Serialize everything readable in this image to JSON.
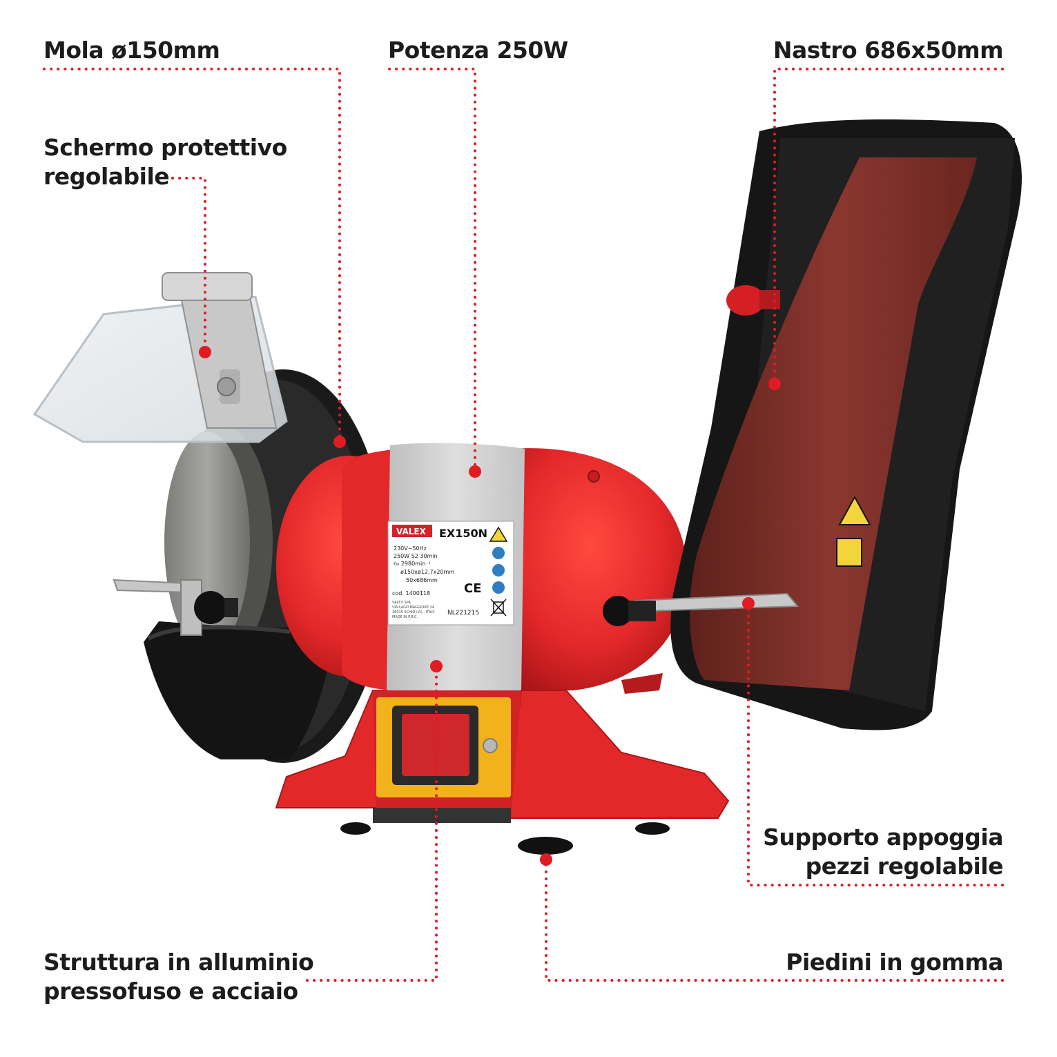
{
  "callouts": {
    "wheel": "Mola ø150mm",
    "power": "Potenza 250W",
    "belt": "Nastro 686x50mm",
    "shield_line1": "Schermo protettivo",
    "shield_line2": "regolabile",
    "rest_line1": "Supporto appoggia",
    "rest_line2": "pezzi regolabile",
    "structure_line1": "Struttura in alluminio",
    "structure_line2": "pressofuso e acciaio",
    "feet": "Piedini in gomma"
  },
  "nameplate": {
    "brand": "VALEX",
    "model": "EX150N",
    "voltage": "230V~50Hz",
    "power": "250W  S2 30min",
    "speed": "n₀ 2980min⁻¹",
    "wheel": "ø150xø12,7x20mm",
    "belt": "50x686mm",
    "code": "cod. 1400118",
    "ce": "CE",
    "company1": "VALEX SPA",
    "company2": "VIA LAGO MAGGIORE,24",
    "company3": "36015 SCHIO (VI) - ITALY",
    "company4": "MADE IN P.R.C.",
    "lot": "NL221215"
  },
  "colors": {
    "accent_red": "#e01b22",
    "body_red": "#e3282a",
    "text": "#1c1c1c",
    "belt": "#7a2e27",
    "black_metal": "#1d1d1d",
    "panel_gray": "#cfcfcf",
    "switch_yellow": "#f2b21c"
  },
  "icons": [
    "warning-icon",
    "eye-protection-icon",
    "ear-protection-icon",
    "hand-protection-icon",
    "weee-bin-icon"
  ]
}
